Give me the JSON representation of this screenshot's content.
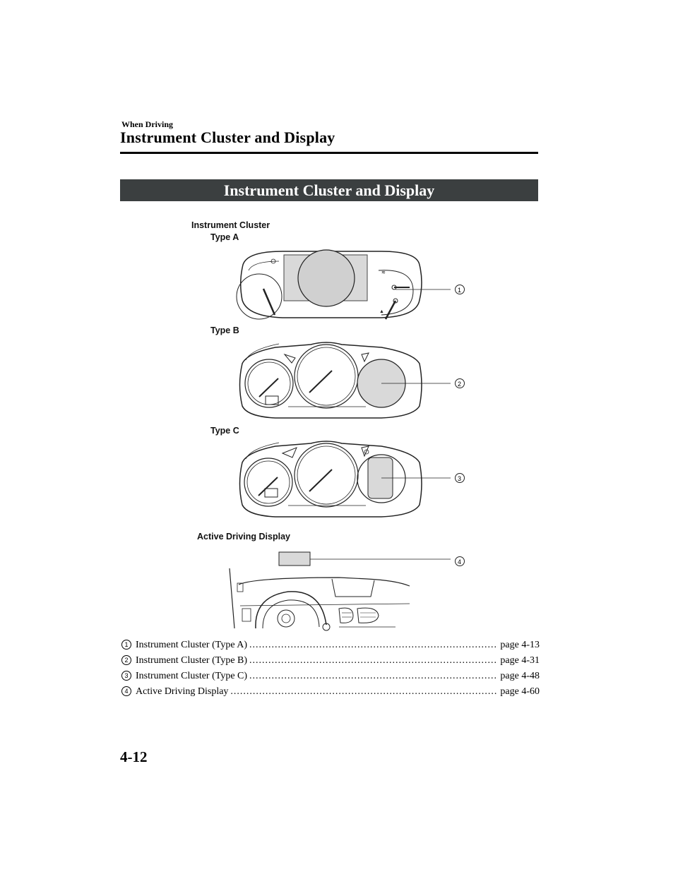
{
  "header": {
    "section": "When Driving",
    "title": "Instrument Cluster and Display",
    "banner": "Instrument Cluster and Display"
  },
  "figure": {
    "cluster_label": "Instrument Cluster",
    "type_a": "Type A",
    "type_b": "Type B",
    "type_c": "Type C",
    "active_display_label": "Active Driving Display",
    "callouts": [
      "1",
      "2",
      "3",
      "4"
    ]
  },
  "references": [
    {
      "num": "1",
      "name": "Instrument Cluster (Type A)",
      "page": "page 4-13"
    },
    {
      "num": "2",
      "name": "Instrument Cluster (Type B)",
      "page": "page 4-31"
    },
    {
      "num": "3",
      "name": "Instrument Cluster (Type C)",
      "page": "page 4-48"
    },
    {
      "num": "4",
      "name": "Active Driving Display",
      "page": "page 4-60"
    }
  ],
  "footer": {
    "page_number": "4-12"
  }
}
